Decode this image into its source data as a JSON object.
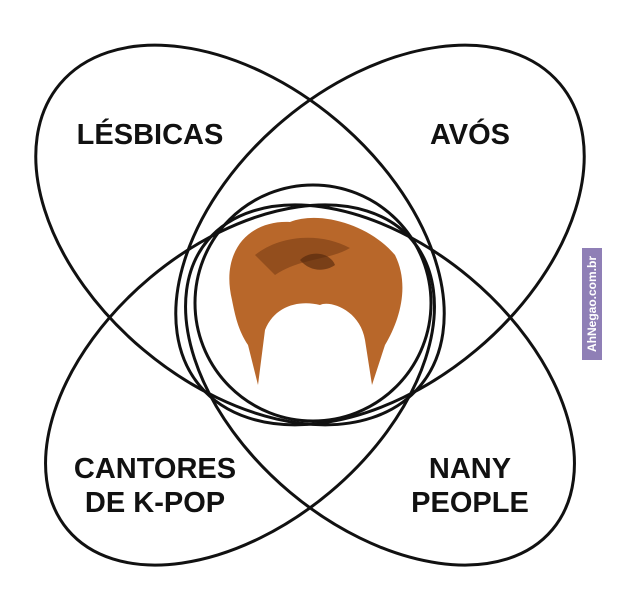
{
  "labels": {
    "top_left": "LÉSBICAS",
    "top_right": "AVÓS",
    "bottom_left": "CANTORES\nDE K-POP",
    "bottom_right": "NANY\nPEOPLE"
  },
  "center_image": "hair-wig",
  "watermark": "AhNegao.com.br",
  "colors": {
    "stroke": "#111111",
    "hair": "#b8672a",
    "watermark": "#8f7fb6"
  }
}
